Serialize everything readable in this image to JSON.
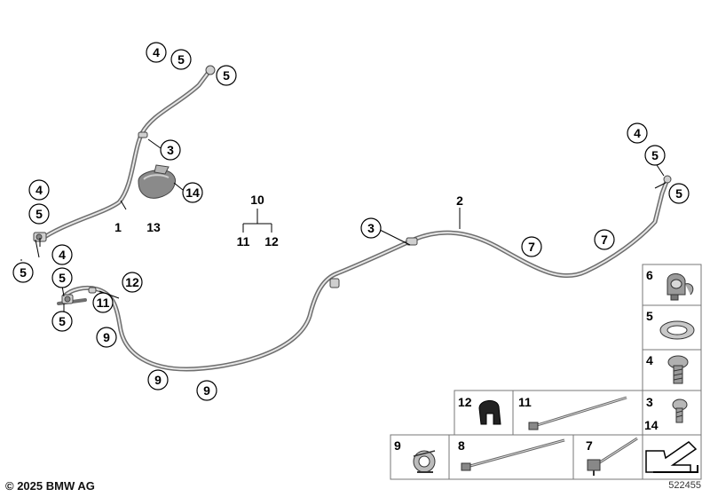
{
  "diagram": {
    "callouts": [
      {
        "n": "4"
      },
      {
        "n": "5"
      },
      {
        "n": "5"
      },
      {
        "n": "3"
      },
      {
        "n": "4"
      },
      {
        "n": "5"
      },
      {
        "n": "5"
      },
      {
        "n": "4"
      },
      {
        "n": "5"
      },
      {
        "n": "5"
      },
      {
        "n": "12"
      },
      {
        "n": "11"
      },
      {
        "n": "9"
      },
      {
        "n": "9"
      },
      {
        "n": "9"
      },
      {
        "n": "14"
      },
      {
        "n": "3"
      },
      {
        "n": "4"
      },
      {
        "n": "5"
      },
      {
        "n": "5"
      },
      {
        "n": "7"
      },
      {
        "n": "7"
      }
    ],
    "plain_labels": [
      {
        "n": "1"
      },
      {
        "n": "13"
      },
      {
        "n": "10"
      },
      {
        "n": "11"
      },
      {
        "n": "12"
      },
      {
        "n": "2"
      }
    ],
    "parts_panel": [
      {
        "n": "6"
      },
      {
        "n": "5"
      },
      {
        "n": "4"
      },
      {
        "n": "3"
      },
      {
        "n": "14"
      },
      {
        "n": "12"
      },
      {
        "n": "11"
      },
      {
        "n": "9"
      },
      {
        "n": "8"
      },
      {
        "n": "7"
      }
    ]
  },
  "footer": {
    "copyright": "© 2025 BMW AG",
    "diagram_id": "522455"
  }
}
